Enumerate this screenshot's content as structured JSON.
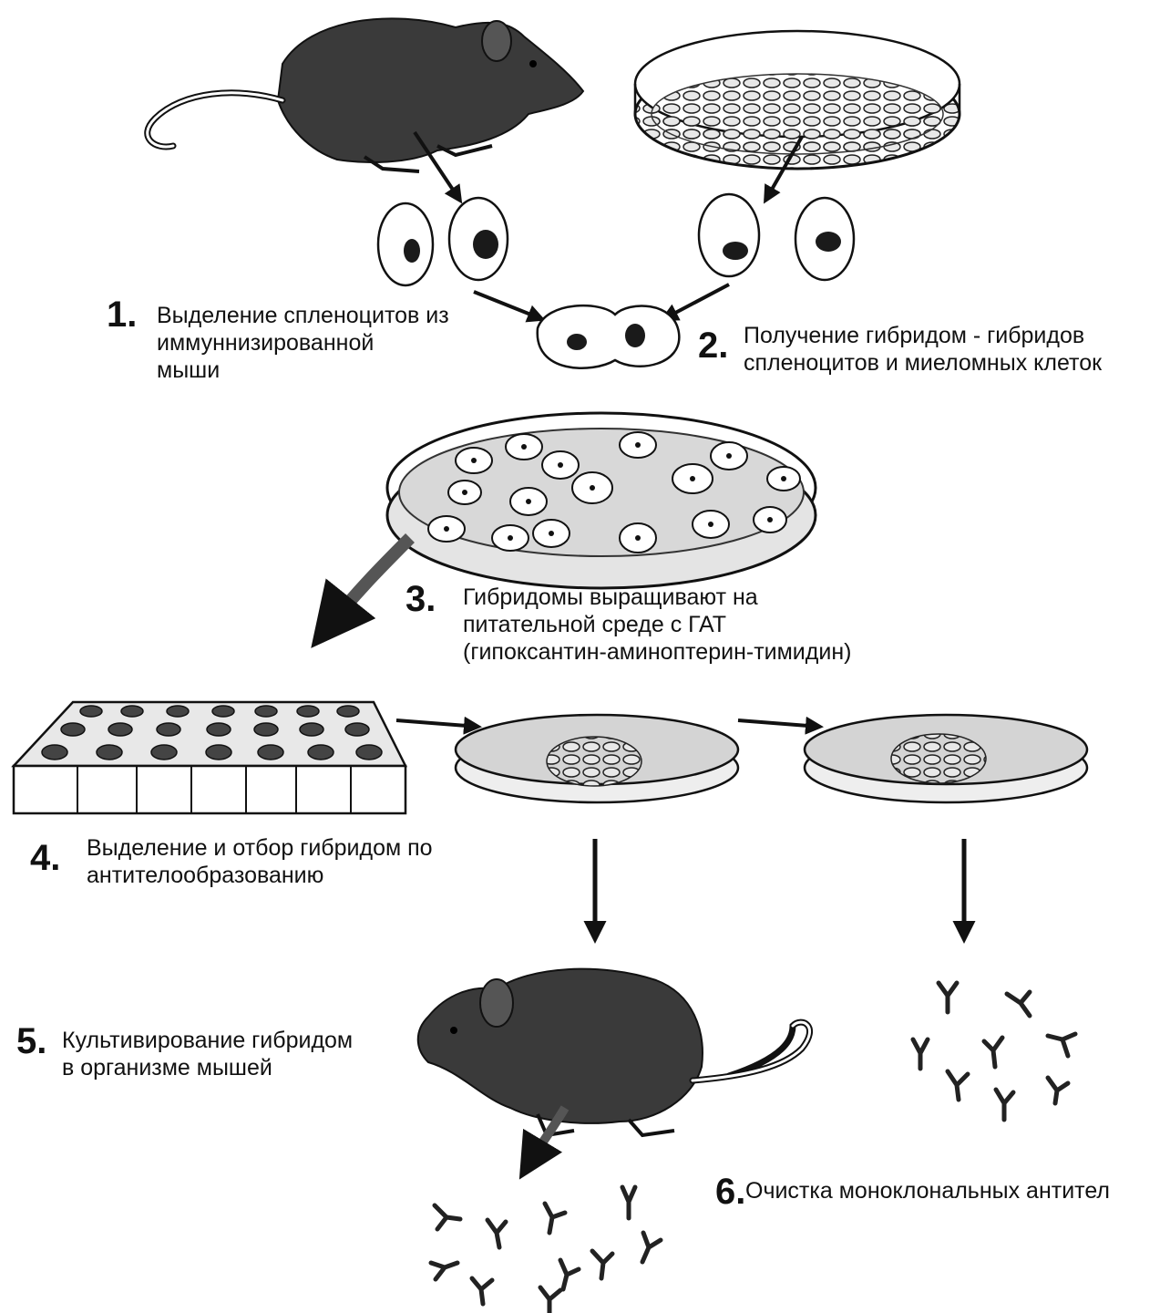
{
  "steps": [
    {
      "number": "1.",
      "text": "Выделение спленоцитов из\nиммуннизированной\nмыши"
    },
    {
      "number": "2.",
      "text": "Получение гибридом - гибридов\nспленоцитов и миеломных клеток"
    },
    {
      "number": "3.",
      "text": "Гибридомы выращивают на\nпитательной среде с ГАТ\n(гипоксантин-аминоптерин-тимидин)"
    },
    {
      "number": "4.",
      "text": "Выделение и отбор гибридом по\nантителообразованию"
    },
    {
      "number": "5.",
      "text": "Культивирование гибридом\nв организме мышей"
    },
    {
      "number": "6.",
      "text": "Очистка моноклональных антител"
    }
  ],
  "icons": [
    "mouse-icon",
    "petri-dish-icon",
    "cell-icon",
    "fused-cell-icon",
    "well-plate-icon",
    "arrow-icon",
    "antibody-icon"
  ],
  "colors": {
    "ink": "#111111",
    "mouse": "#3a3a3a",
    "dish": "#cfcfcf",
    "nucleus": "#1a1a1a"
  }
}
